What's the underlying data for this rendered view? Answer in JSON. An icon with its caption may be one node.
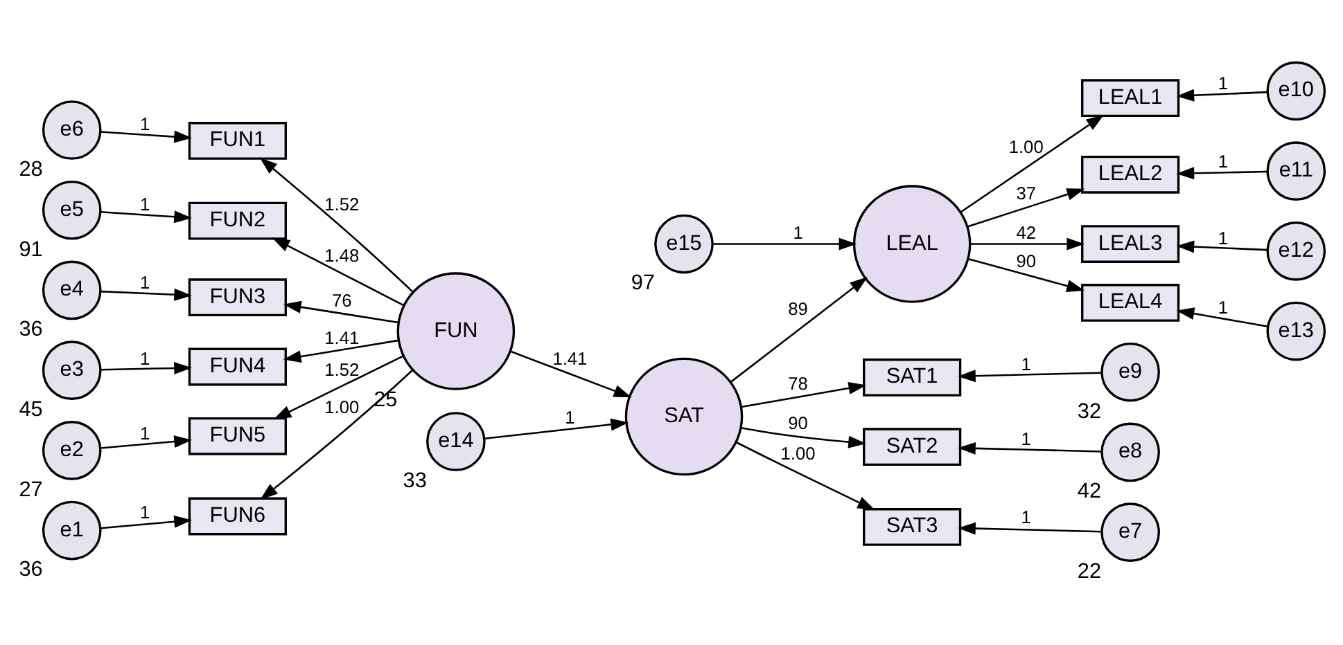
{
  "diagram": {
    "nodes": [
      {
        "text": [
          "e6"
        ],
        "beside": [
          "28"
        ]
      },
      {
        "text": [
          "e5"
        ],
        "beside": [
          "91"
        ]
      },
      {
        "text": [
          "e4"
        ],
        "beside": [
          "36"
        ]
      },
      {
        "text": [
          "e3"
        ],
        "beside": [
          "45"
        ]
      },
      {
        "text": [
          "e2"
        ],
        "beside": [
          "27"
        ]
      },
      {
        "text": [
          "e1"
        ],
        "beside": [
          "36"
        ]
      },
      {
        "text": [
          "FUN1"
        ]
      },
      {
        "text": [
          "FUN2"
        ]
      },
      {
        "text": [
          "FUN3"
        ]
      },
      {
        "text": [
          "FUN4"
        ]
      },
      {
        "text": [
          "FUN5"
        ]
      },
      {
        "text": [
          "FUN6"
        ]
      },
      {
        "text": [
          "FUN"
        ],
        "beside": [
          "25"
        ]
      },
      {
        "text": [
          "e14"
        ],
        "beside": [
          "33"
        ]
      },
      {
        "text": [
          "SAT"
        ]
      },
      {
        "text": [
          "e15"
        ],
        "beside": [
          "97"
        ]
      },
      {
        "text": [
          "LEAL"
        ]
      },
      {
        "text": [
          "SAT1"
        ]
      },
      {
        "text": [
          "SAT2"
        ]
      },
      {
        "text": [
          "SAT3"
        ]
      },
      {
        "text": [
          "e9"
        ],
        "beside": [
          "32"
        ]
      },
      {
        "text": [
          "e8"
        ],
        "beside": [
          "42"
        ]
      },
      {
        "text": [
          "e7"
        ],
        "beside": [
          "22"
        ]
      },
      {
        "text": [
          "LEAL1"
        ]
      },
      {
        "text": [
          "LEAL2"
        ]
      },
      {
        "text": [
          "LEAL3"
        ]
      },
      {
        "text": [
          "LEAL4"
        ]
      },
      {
        "text": [
          "e10"
        ]
      },
      {
        "text": [
          "e11"
        ]
      },
      {
        "text": [
          "e12"
        ]
      },
      {
        "text": [
          "e13"
        ]
      }
    ],
    "edges": [
      {
        "from": 0,
        "to": 6,
        "arrow": "to",
        "label": "1"
      },
      {
        "from": 1,
        "to": 7,
        "arrow": "to",
        "label": "1"
      },
      {
        "from": 2,
        "to": 8,
        "arrow": "to",
        "label": "1"
      },
      {
        "from": 3,
        "to": 9,
        "arrow": "to",
        "label": "1"
      },
      {
        "from": 4,
        "to": 10,
        "arrow": "to",
        "label": "1"
      },
      {
        "from": 5,
        "to": 11,
        "arrow": "to",
        "label": "1"
      },
      {
        "from": 12,
        "to": 6,
        "arrow": "to",
        "label": "1.52"
      },
      {
        "from": 12,
        "to": 7,
        "arrow": "to",
        "label": "1.48"
      },
      {
        "from": 12,
        "to": 8,
        "arrow": "to",
        "label": "76"
      },
      {
        "from": 12,
        "to": 9,
        "arrow": "to",
        "label": "1.41"
      },
      {
        "from": 12,
        "to": 10,
        "arrow": "to",
        "label": "1.52"
      },
      {
        "from": 12,
        "to": 11,
        "arrow": "to",
        "label": "1.00"
      },
      {
        "from": 12,
        "to": 14,
        "arrow": "to",
        "label": "1.41"
      },
      {
        "from": 13,
        "to": 14,
        "arrow": "to",
        "label": "1"
      },
      {
        "from": 14,
        "to": 16,
        "arrow": "to",
        "label": "89"
      },
      {
        "from": 15,
        "to": 16,
        "arrow": "to",
        "label": "1"
      },
      {
        "from": 14,
        "to": 17,
        "arrow": "to",
        "label": "78"
      },
      {
        "from": 14,
        "to": 18,
        "arrow": "to",
        "label": "90"
      },
      {
        "from": 14,
        "to": 19,
        "arrow": "to",
        "label": "1.00"
      },
      {
        "from": 20,
        "to": 17,
        "arrow": "to",
        "label": "1"
      },
      {
        "from": 21,
        "to": 18,
        "arrow": "to",
        "label": "1"
      },
      {
        "from": 22,
        "to": 19,
        "arrow": "to",
        "label": "1"
      },
      {
        "from": 16,
        "to": 23,
        "arrow": "to",
        "label": "1.00"
      },
      {
        "from": 16,
        "to": 24,
        "arrow": "to",
        "label": "37"
      },
      {
        "from": 16,
        "to": 25,
        "arrow": "to",
        "label": "42"
      },
      {
        "from": 16,
        "to": 26,
        "arrow": "to",
        "label": "90"
      },
      {
        "from": 27,
        "to": 23,
        "arrow": "to",
        "label": "1"
      },
      {
        "from": 28,
        "to": 24,
        "arrow": "to",
        "label": "1"
      },
      {
        "from": 29,
        "to": 25,
        "arrow": "to",
        "label": "1"
      },
      {
        "from": 30,
        "to": 26,
        "arrow": "to",
        "label": "1"
      }
    ]
  }
}
